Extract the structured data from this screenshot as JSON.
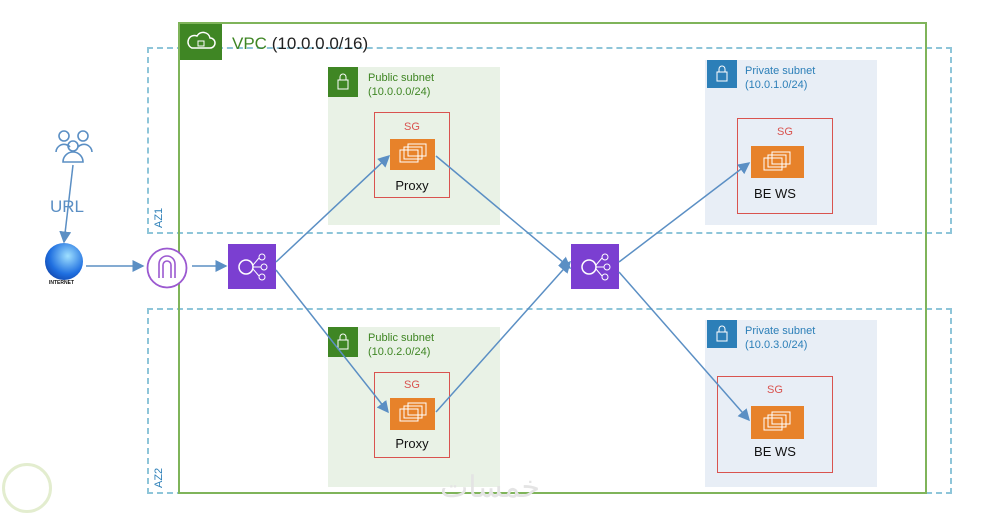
{
  "vpc": {
    "label": "VPC",
    "cidr": "(10.0.0.0/16)"
  },
  "az": [
    "AZ1",
    "AZ2"
  ],
  "client": {
    "url_label": "URL",
    "internet_label": "INTERNET"
  },
  "subnets": {
    "public1": {
      "title": "Public subnet",
      "cidr": "(10.0.0.0/24)",
      "sg": "SG",
      "instance": "Proxy"
    },
    "public2": {
      "title": "Public subnet",
      "cidr": "(10.0.2.0/24)",
      "sg": "SG",
      "instance": "Proxy"
    },
    "private1": {
      "title": "Private subnet",
      "cidr": "(10.0.1.0/24)",
      "sg": "SG",
      "instance": "BE WS"
    },
    "private2": {
      "title": "Private subnet",
      "cidr": "(10.0.3.0/24)",
      "sg": "SG",
      "instance": "BE WS"
    }
  },
  "watermark": "خمسات",
  "colors": {
    "vpc": "#3f8624",
    "private": "#2c7fb8",
    "sg": "#d9534f",
    "ec2": "#e7822a",
    "alb": "#7b3fd1",
    "arrow": "#5b8fc4"
  }
}
